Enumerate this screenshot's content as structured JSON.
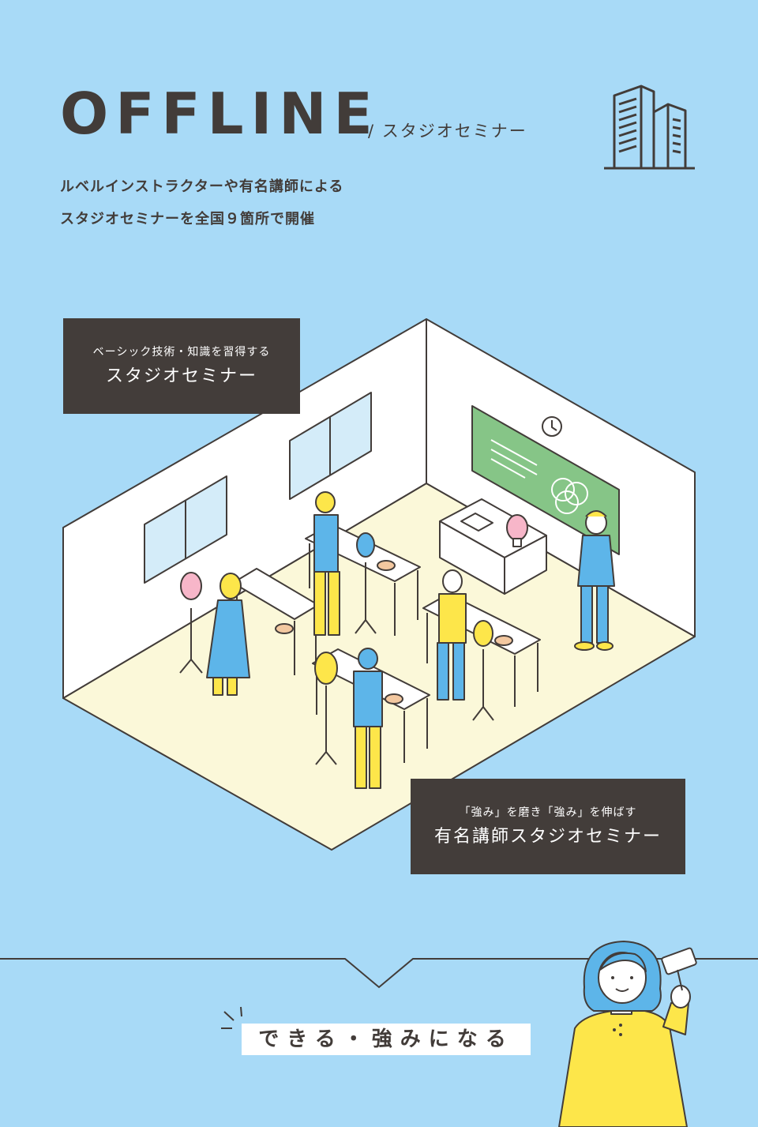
{
  "header": {
    "title": "OFFLINE",
    "subtitle": "/ スタジオセミナー"
  },
  "lead": {
    "line1": "ルベルインストラクターや有名講師による",
    "line2": "スタジオセミナーを全国９箇所で開催"
  },
  "box_basic": {
    "small": "ベーシック技術・知識を習得する",
    "big": "スタジオセミナー"
  },
  "box_famous": {
    "small": "「強み」を磨き「強み」を伸ばす",
    "big": "有名講師スタジオセミナー"
  },
  "slogan": "できる・強みになる",
  "colors": {
    "background": "#a8daf7",
    "dark": "#433d3a",
    "yellow": "#fde64a",
    "blue": "#5db5e9",
    "floor": "#fbf8d9",
    "board": "#86c587"
  },
  "icons": {
    "building": "building-icon",
    "clock": "clock-icon",
    "comb": "comb-icon"
  }
}
